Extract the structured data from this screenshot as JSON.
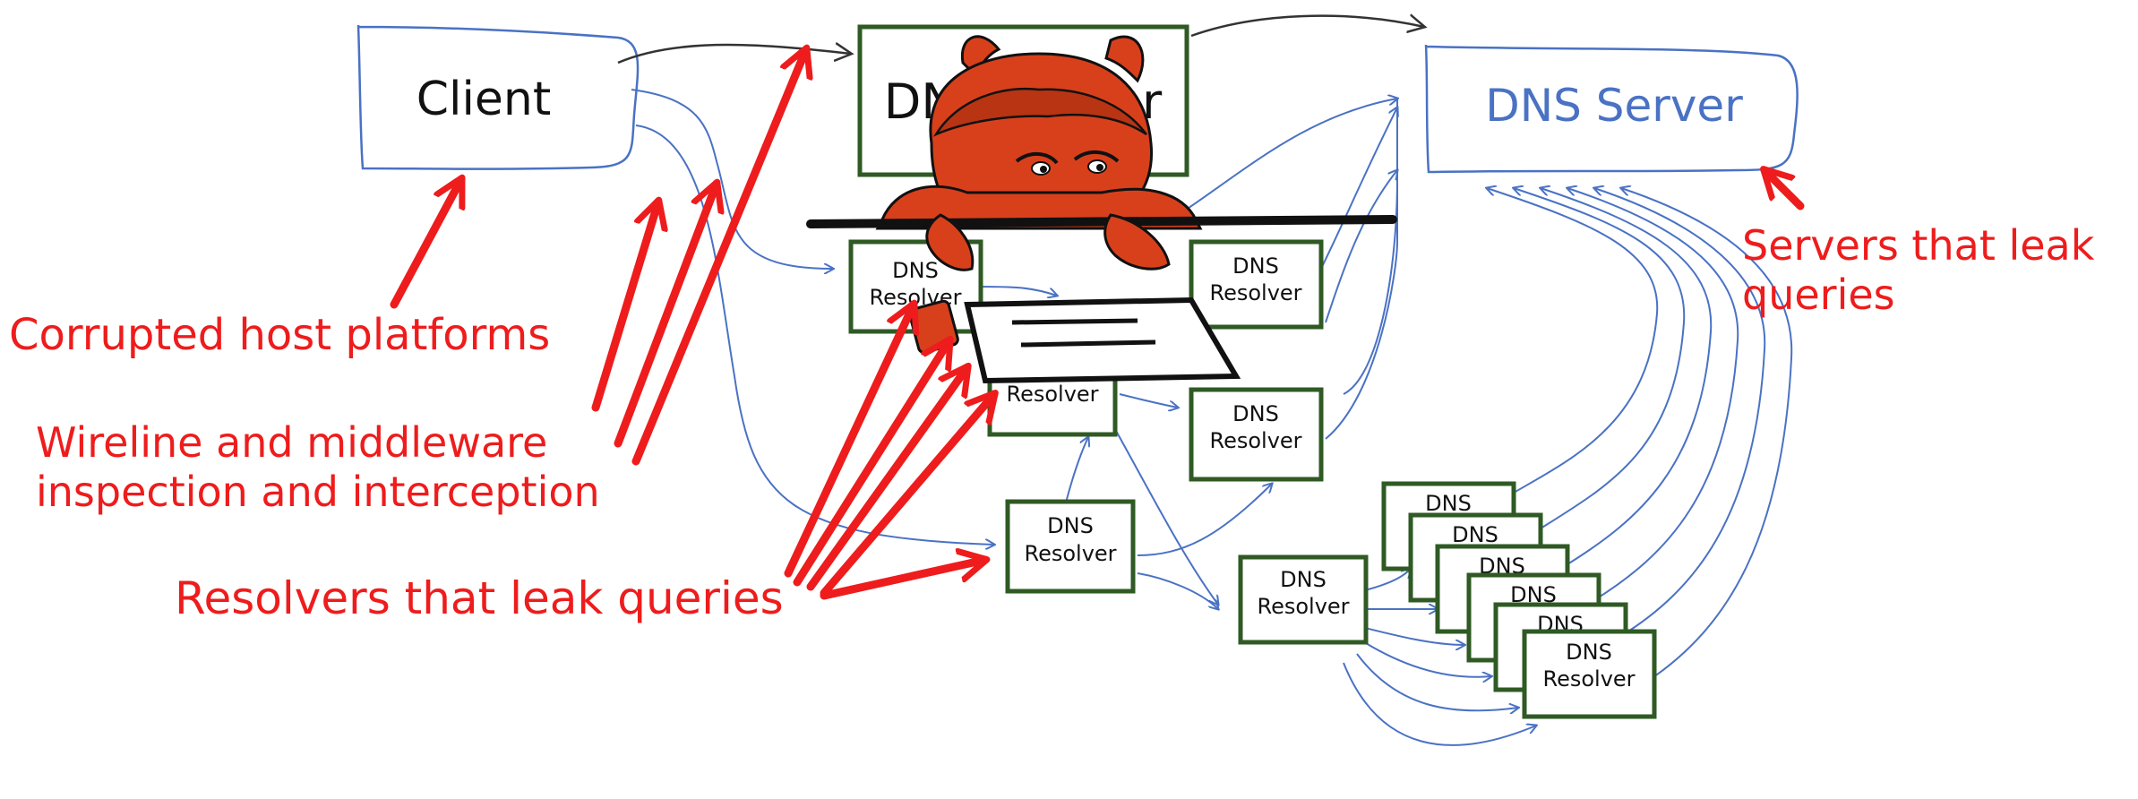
{
  "nodes": {
    "client": "Client",
    "dns_server_top": "DNS Server",
    "dns_server_right": "DNS Server",
    "resolver_line1": "DNS",
    "resolver_line2": "Resolver"
  },
  "annotations": {
    "corrupted": "Corrupted host platforms",
    "wireline_1": "Wireline and middleware",
    "wireline_2": "inspection and interception",
    "resolvers_leak": "Resolvers that leak queries",
    "servers_leak_1": "Servers that leak",
    "servers_leak_2": "queries"
  },
  "colors": {
    "blue_stroke": "#4a72c4",
    "green_box": "#2f5a24",
    "red_annotation": "#ee1c1c",
    "devil_red": "#d8401c",
    "dark_stroke": "#333333"
  },
  "illustration": {
    "icon": "devil-mascot-icon"
  }
}
